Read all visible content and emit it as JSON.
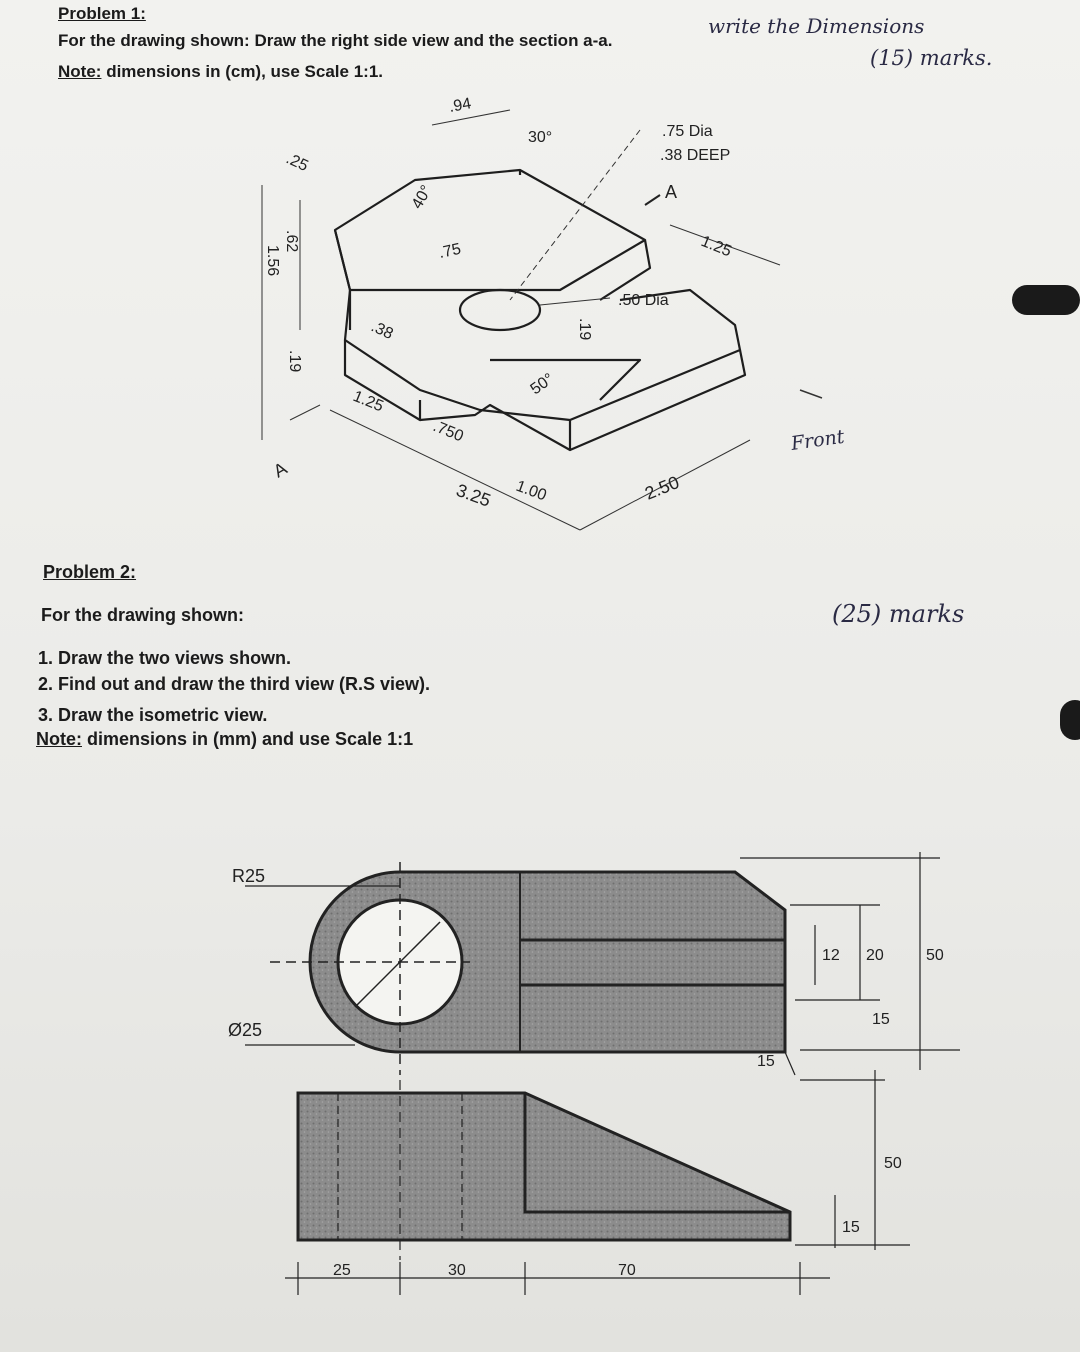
{
  "problem1": {
    "title": "Problem 1:",
    "instruction": "For the drawing shown: Draw the right side view and the section a-a.",
    "note_label": "Note:",
    "note_text": "dimensions in (cm), use Scale 1:1.",
    "handwritten_dims": "write the Dimensions",
    "handwritten_marks": "(15) marks.",
    "figure_labels": {
      "d094": ".94",
      "d30": "30°",
      "d25": ".25",
      "d40": "40°",
      "d156": "1.56",
      "d062": ".62",
      "d019": ".19",
      "d075": ".75",
      "d038": ".38",
      "d125": "1.25",
      "d750": ".750",
      "d50deg": "50°",
      "d019b": ".19",
      "d100": "1.00",
      "d325": "3.25",
      "d250": "2.50",
      "d125b": "1.25",
      "dia75": ".75 Dia",
      "deep38": ".38 DEEP",
      "dia50": ".50 Dia",
      "sectionA": "A",
      "sectionA2": "A",
      "front": "Front"
    }
  },
  "problem2": {
    "title": "Problem 2:",
    "instruction": "For the drawing shown:",
    "marks": "(25) marks",
    "steps": [
      "1. Draw the two views shown.",
      "2. Find out and draw the third view (R.S view).",
      "3. Draw the isometric view."
    ],
    "note_label": "Note:",
    "note_text": "dimensions in (mm) and use Scale 1:1",
    "figure_labels": {
      "r25": "R25",
      "phi25": "Ø25",
      "d12": "12",
      "d20": "20",
      "d50": "50",
      "d15": "15",
      "d15b": "15",
      "d50b": "50",
      "d15c": "15",
      "d25": "25",
      "d30": "30",
      "d70": "70"
    }
  }
}
